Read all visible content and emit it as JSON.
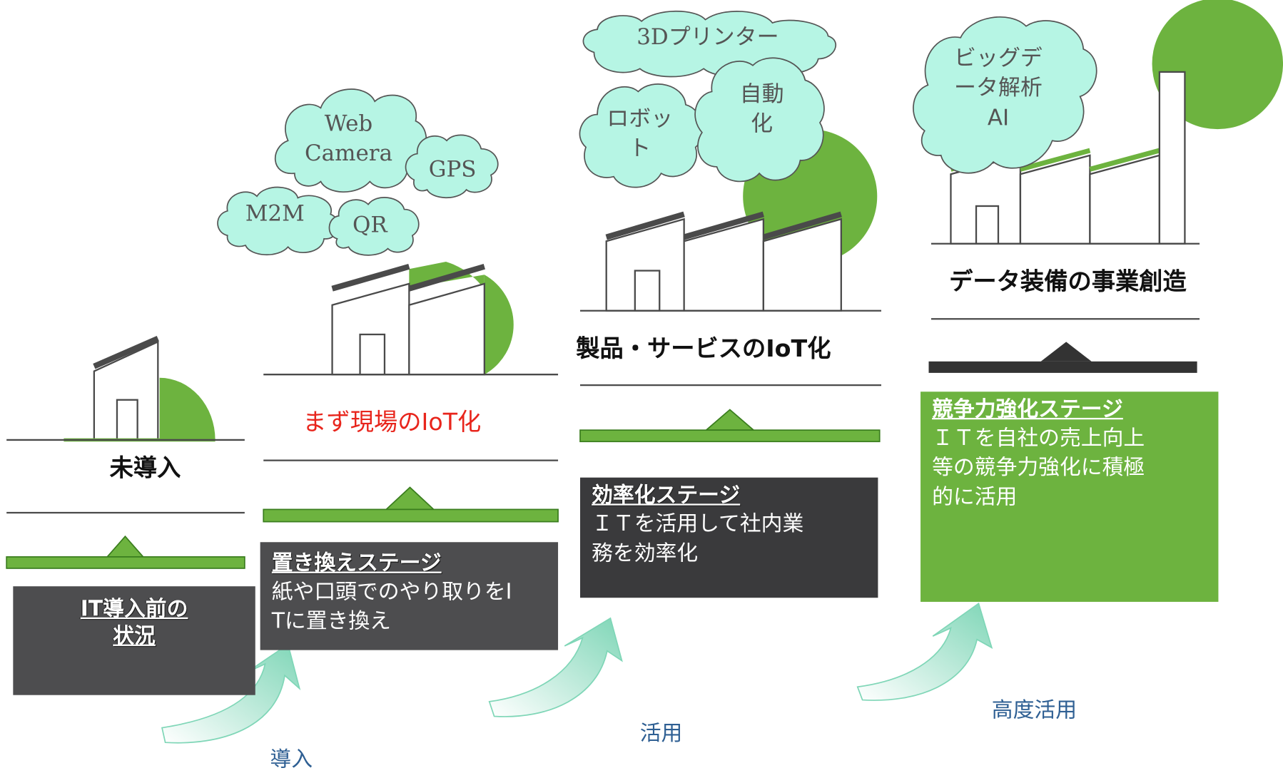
{
  "stages": [
    {
      "title": "未導入",
      "box_heading": "IT導入前の\n状況",
      "box_body": ""
    },
    {
      "title": "まず現場のIoT化",
      "box_heading": "置き換えステージ",
      "box_body": "紙や口頭でのやり取りをI\nTに置き換え",
      "clouds": [
        "Web\nCamera",
        "GPS",
        "M2M",
        "QR"
      ]
    },
    {
      "title": "製品・サービスのIoT化",
      "box_heading": "効率化ステージ",
      "box_body": "ＩＴを活用して社内業\n務を効率化",
      "clouds": [
        "3Dプリンター",
        "ロボッ\nト",
        "自動\n化"
      ]
    },
    {
      "title": "データ装備の事業創造",
      "box_heading": "競争力強化ステージ",
      "box_body": "ＩＴを自社の売上向上\n等の競争力強化に積極\n的に活用",
      "clouds": [
        "ビッグデ\nータ解析\nAI"
      ]
    }
  ],
  "arrows": [
    "導入",
    "活用",
    "高度活用"
  ],
  "colors": {
    "green": "#6db33f",
    "dark_box": "#4d4d4f",
    "cloud_fill": "#b6f5e4",
    "arrow_teal": "#7fd6b7",
    "title_red": "#e8251c",
    "arrow_label": "#2e5f93"
  }
}
